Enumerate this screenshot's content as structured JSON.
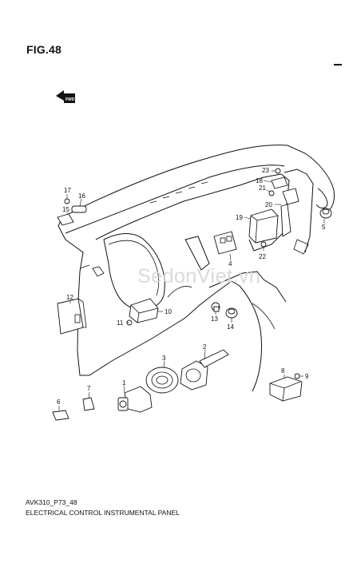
{
  "figure": {
    "title": "FIG.48"
  },
  "watermark": {
    "text": "SedonViet.vn"
  },
  "fwd_arrow": {
    "label": "FWD"
  },
  "callouts": [
    "1",
    "2",
    "3",
    "4",
    "5",
    "6",
    "7",
    "8",
    "9",
    "10",
    "11",
    "12",
    "13",
    "14",
    "15",
    "16",
    "17",
    "18",
    "19",
    "20",
    "21",
    "22",
    "23"
  ],
  "footer": {
    "code": "AVK310_P73_48",
    "description": "ELECTRICAL CONTROL INSTRUMENTAL PANEL"
  }
}
